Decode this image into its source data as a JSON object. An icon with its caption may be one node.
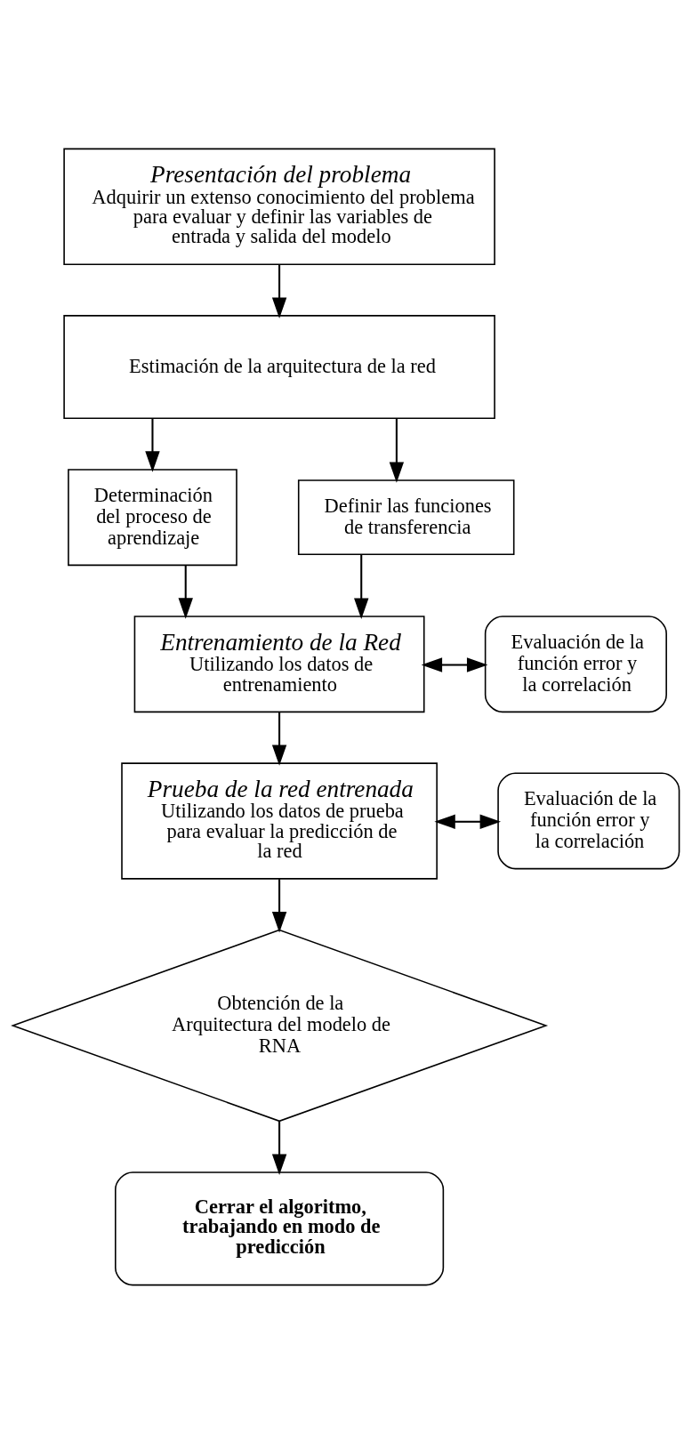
{
  "diagram": {
    "nodes": [
      {
        "text": [
          "Presentación del problema",
          "Adquirir un extenso conocimiento del problema para evaluar y definir las variables de entrada y salida del modelo"
        ]
      },
      {
        "text": [
          "Estimación de la arquitectura de la red"
        ]
      },
      {
        "text": [
          "Determinación del proceso de aprendizaje"
        ]
      },
      {
        "text": [
          "Definir las funciones de transferencia"
        ]
      },
      {
        "text": [
          "Entrenamiento de la Red",
          "Utilizando los datos de entrenamiento"
        ]
      },
      {
        "text": [
          "Evaluación de la función error y la correlación"
        ]
      },
      {
        "text": [
          "Prueba de la red entrenada",
          "Utilizando los datos de prueba para evaluar la predicción de la red"
        ]
      },
      {
        "text": [
          "Evaluación de la función error y la correlación"
        ]
      },
      {
        "text": [
          "Obtención de la Arquitectura del modelo de RNA"
        ]
      },
      {
        "text": [
          "Cerrar el algoritmo, trabajando en modo de predicción"
        ]
      }
    ],
    "edges": [
      {
        "from": 0,
        "to": 1,
        "arrow": "to"
      },
      {
        "from": 1,
        "to": 2,
        "arrow": "to"
      },
      {
        "from": 1,
        "to": 3,
        "arrow": "to"
      },
      {
        "from": 2,
        "to": 4,
        "arrow": "to"
      },
      {
        "from": 3,
        "to": 4,
        "arrow": "to"
      },
      {
        "from": 4,
        "to": 5,
        "arrow": "both"
      },
      {
        "from": 4,
        "to": 6,
        "arrow": "to"
      },
      {
        "from": 6,
        "to": 7,
        "arrow": "both"
      },
      {
        "from": 6,
        "to": 8,
        "arrow": "to"
      },
      {
        "from": 8,
        "to": 9,
        "arrow": "to"
      }
    ]
  }
}
